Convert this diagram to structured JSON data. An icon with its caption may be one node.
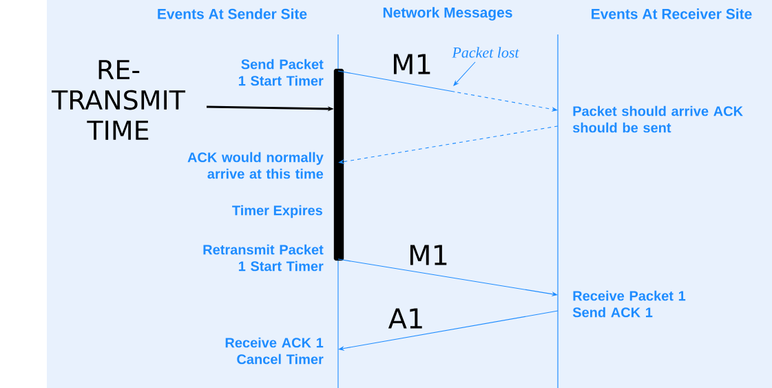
{
  "diagram": {
    "nodes": [
      {
        "text": [
          "Send Packet 1 Start Timer"
        ]
      },
      {
        "text": [
          "RE-TRANSMIT TIME"
        ]
      },
      {
        "text": [],
        "shape": "bar"
      },
      {
        "text": [
          "Packet lost"
        ]
      },
      {
        "text": [
          "Packet should arrive ACK should be sent"
        ]
      },
      {
        "text": [
          "ACK would normally arrive at this time"
        ]
      },
      {
        "text": [
          "Retransmit Packet 1 Start Timer"
        ]
      },
      {
        "text": [
          "Receive Packet 1 Send ACK 1"
        ]
      },
      {
        "text": [
          "Receive ACK 1 Cancel Timer"
        ]
      }
    ],
    "edges": [
      {
        "from": 0,
        "to": 4,
        "arrow": "to",
        "style": "dashed",
        "label": "M1"
      },
      {
        "from": 4,
        "to": 5,
        "arrow": "to",
        "style": "dashed"
      },
      {
        "from": 6,
        "to": 7,
        "arrow": "to",
        "label": "M1"
      },
      {
        "from": 7,
        "to": 8,
        "arrow": "to",
        "label": "A1"
      },
      {
        "from": 1,
        "to": 2,
        "arrow": "to",
        "style": "thick",
        "color": "#000000"
      },
      {
        "from": 3,
        "to": null,
        "arrow": "to"
      }
    ],
    "labels": [
      "Events At Sender Site",
      "Network Messages",
      "Events At Receiver Site",
      "Timer Expires"
    ]
  }
}
